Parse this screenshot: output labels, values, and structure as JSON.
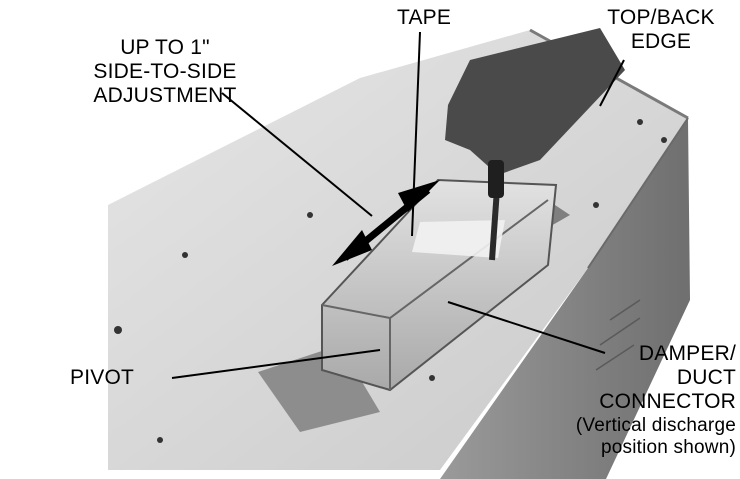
{
  "labels": {
    "adjustment": "UP TO 1\"\nSIDE-TO-SIDE\nADJUSTMENT",
    "tape": "TAPE",
    "top_back_edge": "TOP/BACK\nEDGE",
    "pivot": "PIVOT",
    "damper_connector": "DAMPER/\nDUCT\nCONNECTOR",
    "discharge_note": "(Vertical discharge\nposition shown)"
  },
  "colors": {
    "panel_top": "#dcdcdc",
    "panel_side": "#8a8a8a",
    "connector": "#c8c8c8",
    "hand": "#4a4a4a"
  }
}
